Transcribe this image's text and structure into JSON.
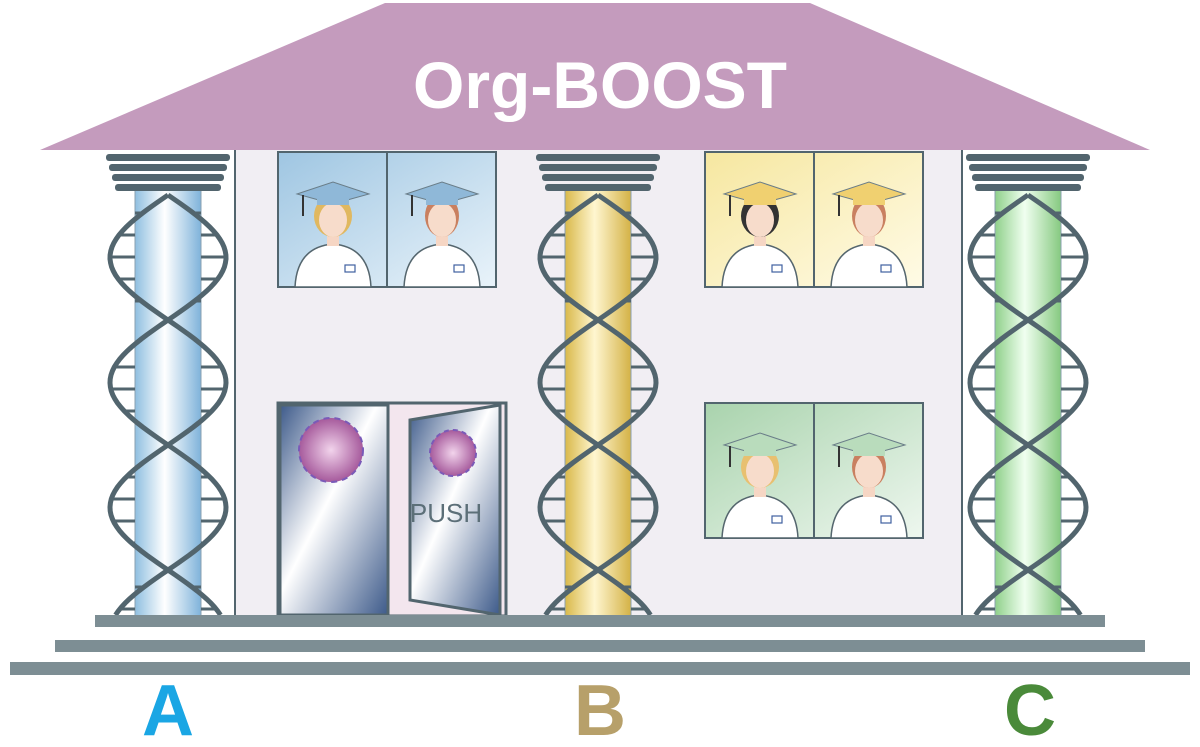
{
  "title": "Org-BOOST",
  "door": {
    "push_label": "PUSH"
  },
  "pillars": [
    {
      "label": "A",
      "color": "#1aa6e4",
      "shaft": "#a9cfe8"
    },
    {
      "label": "B",
      "color": "#b7a06a",
      "shaft": "#e3c86a"
    },
    {
      "label": "C",
      "color": "#4a8a3a",
      "shaft": "#a6d9a0"
    }
  ],
  "colors": {
    "roof": "#c49bbd",
    "wall": "#f1eef3",
    "steel": "#52656e",
    "step": "#7d8e94"
  }
}
